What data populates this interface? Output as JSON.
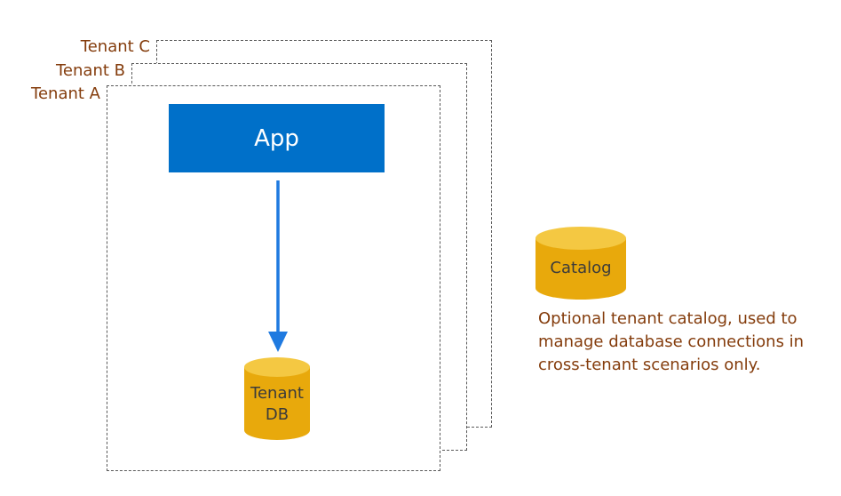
{
  "tenants": {
    "a_label": "Tenant A",
    "b_label": "Tenant B",
    "c_label": "Tenant C"
  },
  "app": {
    "label": "App"
  },
  "tenant_db": {
    "line1": "Tenant",
    "line2": "DB"
  },
  "catalog": {
    "label": "Catalog",
    "note": "Optional tenant catalog, used to manage database connections in cross-tenant scenarios only."
  },
  "colors": {
    "app_blue": "#0070c9",
    "arrow_blue": "#1f7ae0",
    "db_gold": "#e8a90c",
    "db_top": "#f4c842",
    "label_brown": "#843c0c",
    "dashed_border": "#595959"
  }
}
